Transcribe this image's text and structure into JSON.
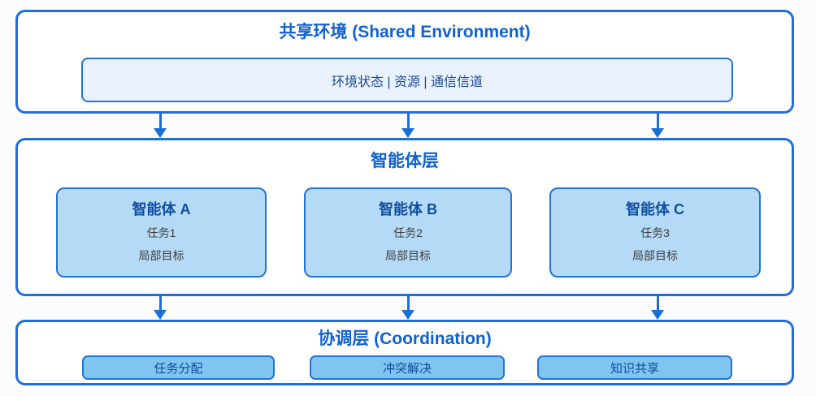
{
  "colors": {
    "outer_border": "#1E6FD6",
    "inner_border": "#2273DA",
    "layer_title_blue": "#1161CF",
    "agent_name_blue": "#0D4FA4",
    "env_strip_fill": "#E9F2FC",
    "env_text": "#1A4A8F",
    "agent_card_fill": "#B5DAF5",
    "agent_subtext": "#3D3D3D",
    "coord_chip_fill": "#80C4F0",
    "coord_chip_text": "#0D4A9E",
    "arrow_blue": "#1A6FD4",
    "box_fill": "#FFFFFF"
  },
  "shared_env": {
    "title": "共享环境 (Shared Environment)",
    "channels_label": "环境状态 | 资源 | 通信信道"
  },
  "agent_layer": {
    "title": "智能体层",
    "agents": [
      {
        "name": "智能体 A",
        "task": "任务1",
        "goal": "局部目标"
      },
      {
        "name": "智能体 B",
        "task": "任务2",
        "goal": "局部目标"
      },
      {
        "name": "智能体 C",
        "task": "任务3",
        "goal": "局部目标"
      }
    ]
  },
  "coordination": {
    "title": "协调层 (Coordination)",
    "items": [
      "任务分配",
      "冲突解决",
      "知识共享"
    ]
  }
}
